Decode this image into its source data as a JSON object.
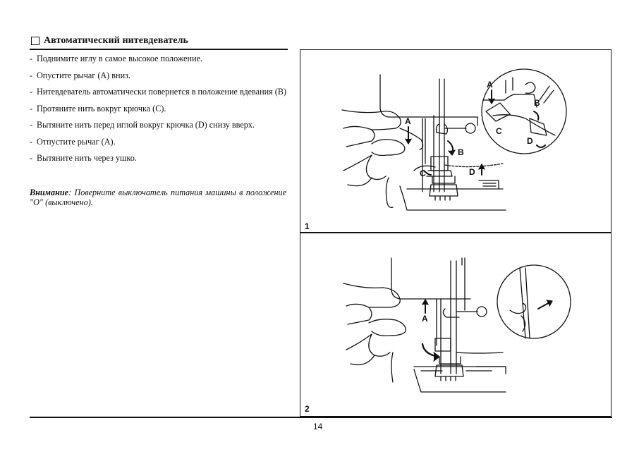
{
  "section": {
    "title": "Автоматический нитевдеватель"
  },
  "steps": [
    {
      "dash": "-",
      "text": "Поднимите иглу в самое высокое положение."
    },
    {
      "dash": "-",
      "text": "Опустите рычаг (А) вниз."
    },
    {
      "dash": "-",
      "text": "Нитевдеватель автоматически повернется в положение вдевания (В)"
    },
    {
      "dash": "-",
      "text": "Протяните нить вокруг крючка (С)."
    },
    {
      "dash": "-",
      "text": "Вытяните нить перед иглой вокруг крючка (D) снизу вверх."
    },
    {
      "dash": "-",
      "text": "Отпустите рычаг (А)."
    },
    {
      "dash": "-",
      "text": "Вытяните нить через ушко."
    }
  ],
  "note": {
    "label": "Внимание",
    "text": ": Поверните выключатель питания машины в положение \"О\" (выключено)."
  },
  "figures": {
    "fig1": {
      "number": "1",
      "labels": {
        "a_main": "A",
        "b_main": "B",
        "c_main": "C",
        "d_main": "D",
        "a_inset": "A",
        "b_inset": "B",
        "c_inset": "C",
        "d_inset": "D"
      }
    },
    "fig2": {
      "number": "2",
      "labels": {
        "a_main": "A"
      }
    }
  },
  "page": {
    "number": "14"
  }
}
